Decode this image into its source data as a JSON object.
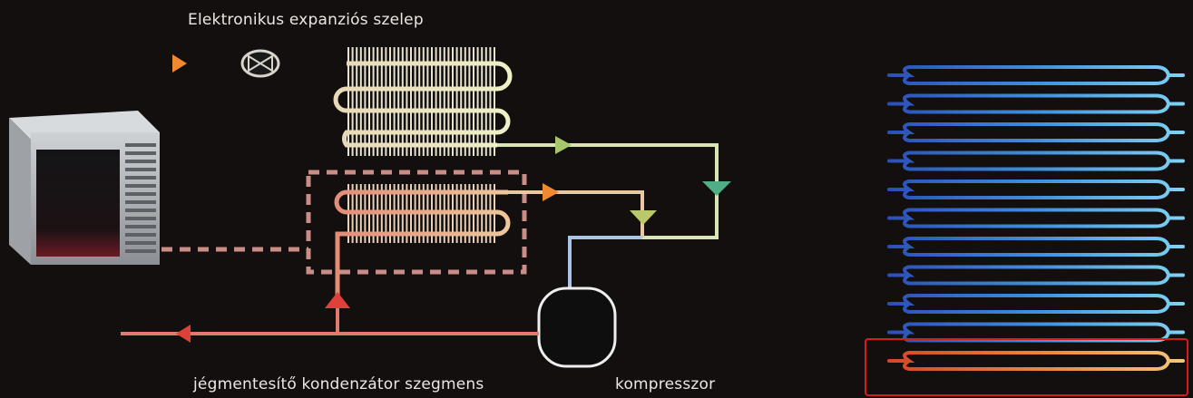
{
  "labels": {
    "expansion_valve": "Elektronikus expanziós szelep",
    "defrost_segment": "jégmentesítő kondenzátor szegmens",
    "compressor": "kompresszor"
  },
  "coil_panel": {
    "tube_rows": 11,
    "highlighted_row": 11
  },
  "colors": {
    "background": "#120f0e",
    "hot_line": "#e07a6a",
    "warm_line": "#e8b08e",
    "suction_line": "#a9c6e6",
    "mixed_line": "#cfe0b6",
    "arrow_orange": "#f08a30",
    "arrow_red": "#e0403a",
    "arrow_green": "#a8c66a",
    "arrow_teal": "#4fae86",
    "highlight_box": "#d41e1e"
  }
}
